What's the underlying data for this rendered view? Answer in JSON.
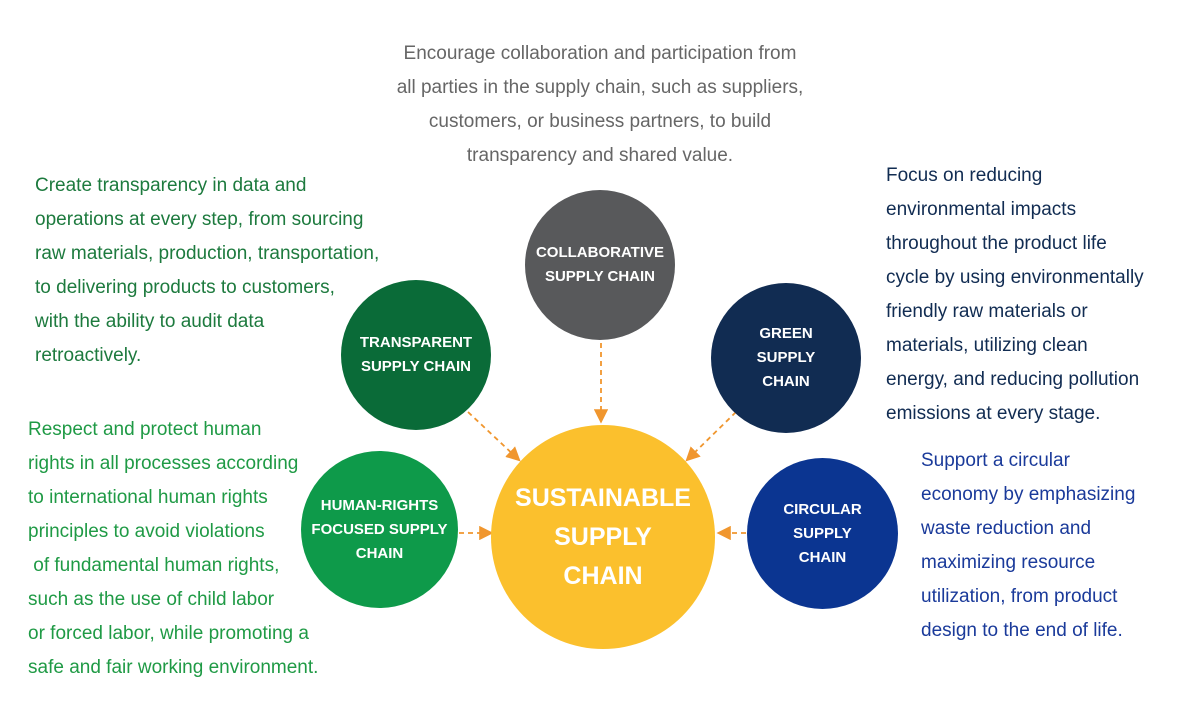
{
  "colors": {
    "arrow": "#f0962e",
    "collaborative": "#58595b",
    "transparent": "#0a6b38",
    "green": "#112c52",
    "human_rights": "#0e9a4a",
    "sustainable": "#fbc02d",
    "circular": "#0b3591"
  },
  "center": {
    "lines": [
      "SUSTAINABLE",
      "SUPPLY",
      "CHAIN"
    ]
  },
  "nodes": {
    "collaborative": {
      "lines": [
        "COLLABORATIVE",
        "SUPPLY CHAIN"
      ],
      "description": [
        "Encourage collaboration and participation from",
        "all parties in the supply chain, such as suppliers,",
        "customers, or business partners, to build",
        "transparency and shared value."
      ]
    },
    "transparent": {
      "lines": [
        "TRANSPARENT",
        "SUPPLY CHAIN"
      ],
      "description": [
        "Create transparency in data and",
        "operations at every step, from sourcing",
        "raw materials, production, transportation,",
        "to delivering products to customers,",
        "with the ability to audit data",
        "retroactively."
      ]
    },
    "green": {
      "lines": [
        "GREEN",
        "SUPPLY",
        "CHAIN"
      ],
      "description": [
        "Focus on reducing",
        "environmental impacts",
        "throughout the product life",
        "cycle by using environmentally",
        "friendly raw materials or",
        "materials, utilizing clean",
        "energy, and reducing pollution",
        "emissions at every stage."
      ]
    },
    "human_rights": {
      "lines": [
        "HUMAN-RIGHTS",
        "FOCUSED SUPPLY",
        "CHAIN"
      ],
      "description": [
        "Respect and protect human",
        "rights in all processes according",
        "to international human rights",
        "principles to avoid violations",
        " of fundamental human rights,",
        "such as the use of child labor",
        "or forced labor, while promoting a",
        "safe and fair working environment."
      ]
    },
    "circular": {
      "lines": [
        "CIRCULAR",
        "SUPPLY",
        "CHAIN"
      ],
      "description": [
        "Support a circular",
        "economy by emphasizing",
        "waste reduction and",
        "maximizing resource",
        "utilization, from product",
        "design to the end of life."
      ]
    }
  }
}
